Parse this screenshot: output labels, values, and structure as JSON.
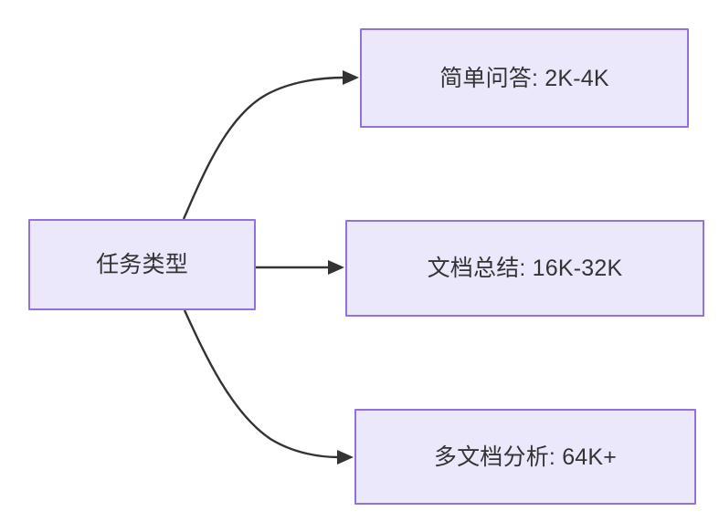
{
  "diagram": {
    "type": "flowchart",
    "direction": "left-to-right",
    "background_color": "#ffffff",
    "node_fill_color": "#ebe8fb",
    "node_border_color": "#9370db",
    "node_text_color": "#333333",
    "edge_color": "#333333",
    "nodes": [
      {
        "id": "root",
        "label": "任务类型",
        "role": "source"
      },
      {
        "id": "simple-qa",
        "label": "简单问答: 2K-4K",
        "role": "target"
      },
      {
        "id": "doc-summary",
        "label": "文档总结: 16K-32K",
        "role": "target"
      },
      {
        "id": "multi-doc",
        "label": "多文档分析: 64K+",
        "role": "target"
      }
    ],
    "edges": [
      {
        "from": "root",
        "to": "simple-qa",
        "style": "curved",
        "arrow": "arrow-head-icon",
        "label": ""
      },
      {
        "from": "root",
        "to": "doc-summary",
        "style": "straight",
        "arrow": "arrow-head-icon",
        "label": ""
      },
      {
        "from": "root",
        "to": "multi-doc",
        "style": "curved",
        "arrow": "arrow-head-icon",
        "label": ""
      }
    ]
  }
}
